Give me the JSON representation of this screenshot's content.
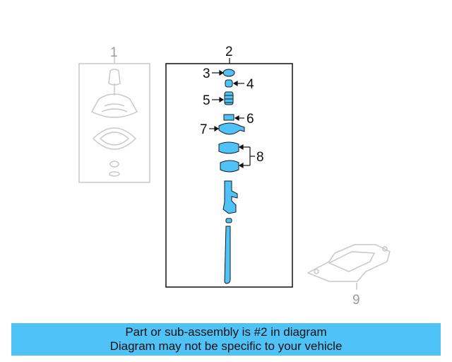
{
  "diagram": {
    "callouts": [
      "1",
      "2",
      "3",
      "4",
      "5",
      "6",
      "7",
      "8",
      "9"
    ],
    "part_color": "#4fc3f7",
    "ghost_color": "#c8c8c8"
  },
  "banner": {
    "line1": "Part or sub-assembly is #2 in diagram",
    "line2": "Diagram may not be specific to your vehicle",
    "color": "#4fc3f7"
  }
}
